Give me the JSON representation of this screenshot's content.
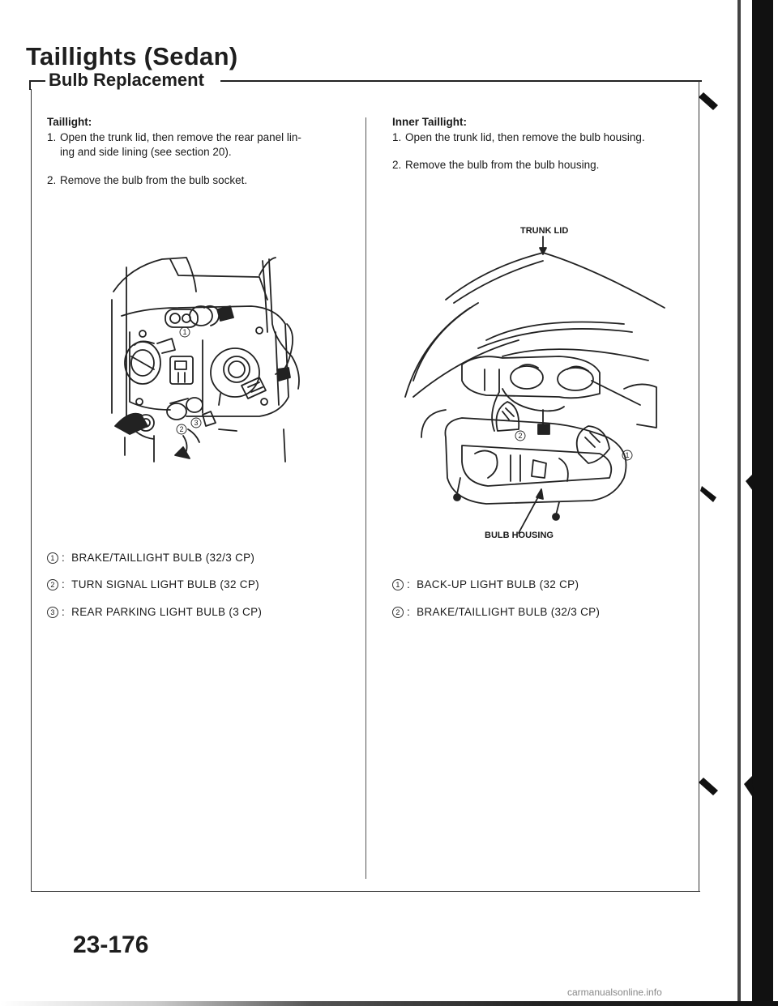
{
  "header": {
    "title": "Taillights (Sedan)",
    "subtitle": "Bulb Replacement"
  },
  "left": {
    "heading": "Taillight:",
    "steps": [
      {
        "num": "1.",
        "lines": [
          "Open the trunk lid, then remove the rear panel lin-",
          "ing and side lining (see section 20)."
        ]
      },
      {
        "num": "2.",
        "lines": [
          "Remove the bulb from the bulb socket."
        ]
      }
    ],
    "callouts": [
      "1",
      "2",
      "3"
    ],
    "legend": [
      {
        "mark": "1",
        "text": "BRAKE/TAILLIGHT BULB (32/3 CP)"
      },
      {
        "mark": "2",
        "text": "TURN SIGNAL LIGHT BULB (32 CP)"
      },
      {
        "mark": "3",
        "text": "REAR PARKING LIGHT BULB (3 CP)"
      }
    ]
  },
  "right": {
    "heading": "Inner Taillight:",
    "steps": [
      {
        "num": "1.",
        "lines": [
          "Open the trunk lid, then remove the bulb housing."
        ]
      },
      {
        "num": "2.",
        "lines": [
          "Remove the bulb from the bulb housing."
        ]
      }
    ],
    "label_trunk_lid": "TRUNK LID",
    "label_bulb_housing": "BULB HOUSING",
    "callouts": [
      "1",
      "2"
    ],
    "legend": [
      {
        "mark": "1",
        "text": "BACK-UP LIGHT BULB (32 CP)"
      },
      {
        "mark": "2",
        "text": "BRAKE/TAILLIGHT BULB (32/3 CP)"
      }
    ]
  },
  "footer": {
    "page_number": "23-176",
    "watermark": "carmanualsonline.info"
  },
  "colors": {
    "ink": "#1a1a1a",
    "bar": "#111111"
  }
}
